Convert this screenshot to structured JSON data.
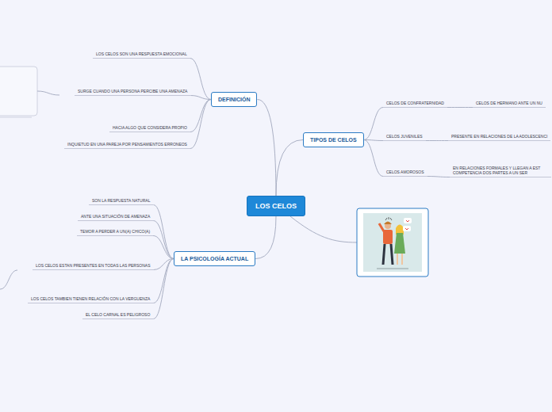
{
  "diagram": {
    "nodes": [
      {
        "text": [
          "LOS CELOS"
        ]
      },
      {
        "text": [
          "DEFINICIÓN"
        ]
      },
      {
        "text": [
          "LOS CELOS SON UNA RESPUESTA EMOCIONAL"
        ]
      },
      {
        "text": [
          "SURGE CUANDO UNA PERSONA PERCIBE UNA AMENAZA"
        ]
      },
      {
        "text": [
          "HACIA ALGO QUE CONSIDERA PROPIO"
        ]
      },
      {
        "text": [
          "INQUIETUD EN UNA PAREJA POR PENSAMIENTOS ERRONEOS"
        ]
      },
      {
        "text": [
          "TIPOS DE CELOS"
        ]
      },
      {
        "text": [
          "CELOS DE CONFRATERNIDAD"
        ]
      },
      {
        "text": [
          "CELOS DE HERMANO ANTE UN NU"
        ]
      },
      {
        "text": [
          "CELOS JUVENILES"
        ]
      },
      {
        "text": [
          "PRESENTE EN RELACIONES DE LA ADOLESCENCI"
        ]
      },
      {
        "text": [
          "CELOS AMOROSOS"
        ]
      },
      {
        "text": [
          "EN RELACIONES FORMALES Y LLEGAN A EST COMPETENCIA DOS PARTES A UN SER"
        ]
      },
      {
        "text": [
          "LA PSICOLOGÍA ACTUAL"
        ]
      },
      {
        "text": [
          "SON LA RESPUESTA NATURAL"
        ]
      },
      {
        "text": [
          "ANTE UNA SITUACIÓN DE AMENAZA"
        ]
      },
      {
        "text": [
          "TEMOR A PERDER A UN(A) CHICO(A)"
        ]
      },
      {
        "text": [
          "LOS CELOS ESTAN PRESENTES EN TODAS LAS PERSONAS"
        ]
      },
      {
        "text": [
          "LOS CELOS TAMBIEN TIENEN RELACIÓN CON LA VERGUENZA"
        ]
      },
      {
        "text": [
          "EL CELO CARNAL ES PELIGROSO"
        ]
      }
    ],
    "edges": [
      {
        "from": 0,
        "to": 1,
        "arrow": "none"
      },
      {
        "from": 1,
        "to": 2,
        "arrow": "none"
      },
      {
        "from": 1,
        "to": 3,
        "arrow": "none"
      },
      {
        "from": 1,
        "to": 4,
        "arrow": "none"
      },
      {
        "from": 1,
        "to": 5,
        "arrow": "none"
      },
      {
        "from": 0,
        "to": 6,
        "arrow": "none"
      },
      {
        "from": 6,
        "to": 7,
        "arrow": "none"
      },
      {
        "from": 7,
        "to": 8,
        "arrow": "none"
      },
      {
        "from": 6,
        "to": 9,
        "arrow": "none"
      },
      {
        "from": 9,
        "to": 10,
        "arrow": "none"
      },
      {
        "from": 6,
        "to": 11,
        "arrow": "none"
      },
      {
        "from": 11,
        "to": 12,
        "arrow": "none"
      },
      {
        "from": 0,
        "to": 13,
        "arrow": "none"
      },
      {
        "from": 13,
        "to": 14,
        "arrow": "none"
      },
      {
        "from": 13,
        "to": 15,
        "arrow": "none"
      },
      {
        "from": 13,
        "to": 16,
        "arrow": "none"
      },
      {
        "from": 13,
        "to": 17,
        "arrow": "none"
      },
      {
        "from": 13,
        "to": 18,
        "arrow": "none"
      },
      {
        "from": 13,
        "to": 19,
        "arrow": "none"
      }
    ]
  }
}
